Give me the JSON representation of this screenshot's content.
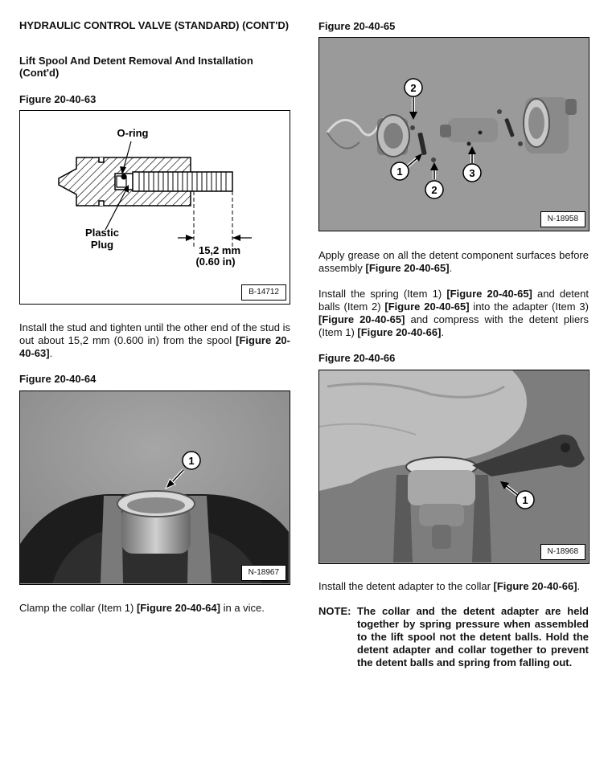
{
  "header": {
    "title": "HYDRAULIC CONTROL VALVE (STANDARD) (CONT'D)",
    "subtitle": "Lift Spool And Detent Removal And Installation (Cont'd)"
  },
  "figures": [
    {
      "label": "Figure 20-40-63",
      "tag": "B-14712",
      "callouts": {
        "oring": "O-ring",
        "plug_1": "Plastic",
        "plug_2": "Plug",
        "dim_1": "15,2 mm",
        "dim_2": "(0.60 in)"
      }
    },
    {
      "label": "Figure 20-40-64",
      "tag": "N-18967",
      "callouts": [
        "1"
      ]
    },
    {
      "label": "Figure 20-40-65",
      "tag": "N-18958",
      "callouts": [
        "2",
        "1",
        "2",
        "3"
      ]
    },
    {
      "label": "Figure 20-40-66",
      "tag": "N-18968",
      "callouts": [
        "1"
      ]
    }
  ],
  "paragraphs": {
    "p_stud": {
      "text": "Install the stud and tighten until the other end of the stud is out about 15,2 mm (0.600 in) from the spool ",
      "ref": "[Figure 20-40-63]",
      "end": "."
    },
    "p_clamp": {
      "text": "Clamp the collar (Item 1) ",
      "ref": "[Figure 20-40-64]",
      "end": " in a vice."
    },
    "p_grease": {
      "text": "Apply grease on all the detent component surfaces before assembly ",
      "ref": "[Figure 20-40-65]",
      "end": "."
    },
    "p_spring": {
      "a": "Install the spring (Item 1) ",
      "r1": "[Figure 20-40-65]",
      "b": " and detent balls (Item 2) ",
      "r2": "[Figure 20-40-65]",
      "c": " into the adapter (Item 3) ",
      "r3": "[Figure 20-40-65]",
      "d": " and compress with the detent pliers (Item 1) ",
      "r4": "[Figure 20-40-66]",
      "end": "."
    },
    "p_adapter": {
      "text": "Install the detent adapter to the collar ",
      "ref": "[Figure 20-40-66]",
      "end": "."
    }
  },
  "note": {
    "label": "NOTE:",
    "text": "The collar and the detent adapter are held together by spring pressure when assembled to the lift spool not the detent balls. Hold the detent adapter and collar together to prevent the detent balls and spring from falling out."
  }
}
